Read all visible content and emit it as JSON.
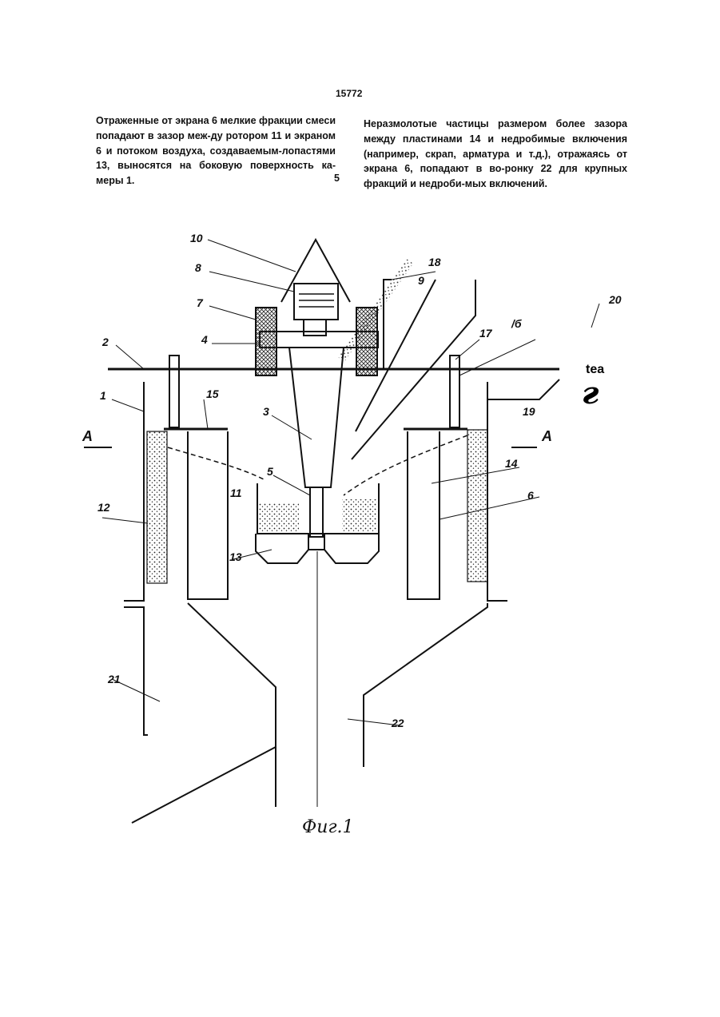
{
  "page": {
    "number": "15772"
  },
  "text": {
    "left_column": "Отраженные от экрана 6 мелкие фракции смеси попадают в зазор меж-ду ротором 11 и экраном 6 и потоком воздуха, создаваемым-лопастями 13, выносятся на боковую поверхность ка-меры 1.",
    "right_column": "Неразмолотые частицы размером более зазора между пластинами 14 и недробимые включения (например, скрап, арматура и т.д.), отражаясь от экрана 6, попадают в во-ронку 22 для крупных фракций и недроби-мых включений.",
    "line_marker": "5"
  },
  "figure": {
    "caption": "Фиг.1",
    "labels": {
      "l1": "1",
      "l2": "2",
      "l3": "3",
      "l4": "4",
      "l5": "5",
      "l6": "6",
      "l7": "7",
      "l8": "8",
      "l9": "9",
      "l10": "10",
      "l11": "11",
      "l12": "12",
      "l13": "13",
      "l14": "14",
      "l15": "15",
      "l16": "/б",
      "l17": "17",
      "l18": "18",
      "l19": "19",
      "l20": "20",
      "l21": "21",
      "l22": "22",
      "section_left": "А",
      "section_right": "А",
      "extra_tea": "tea",
      "extra_r": "г"
    }
  }
}
